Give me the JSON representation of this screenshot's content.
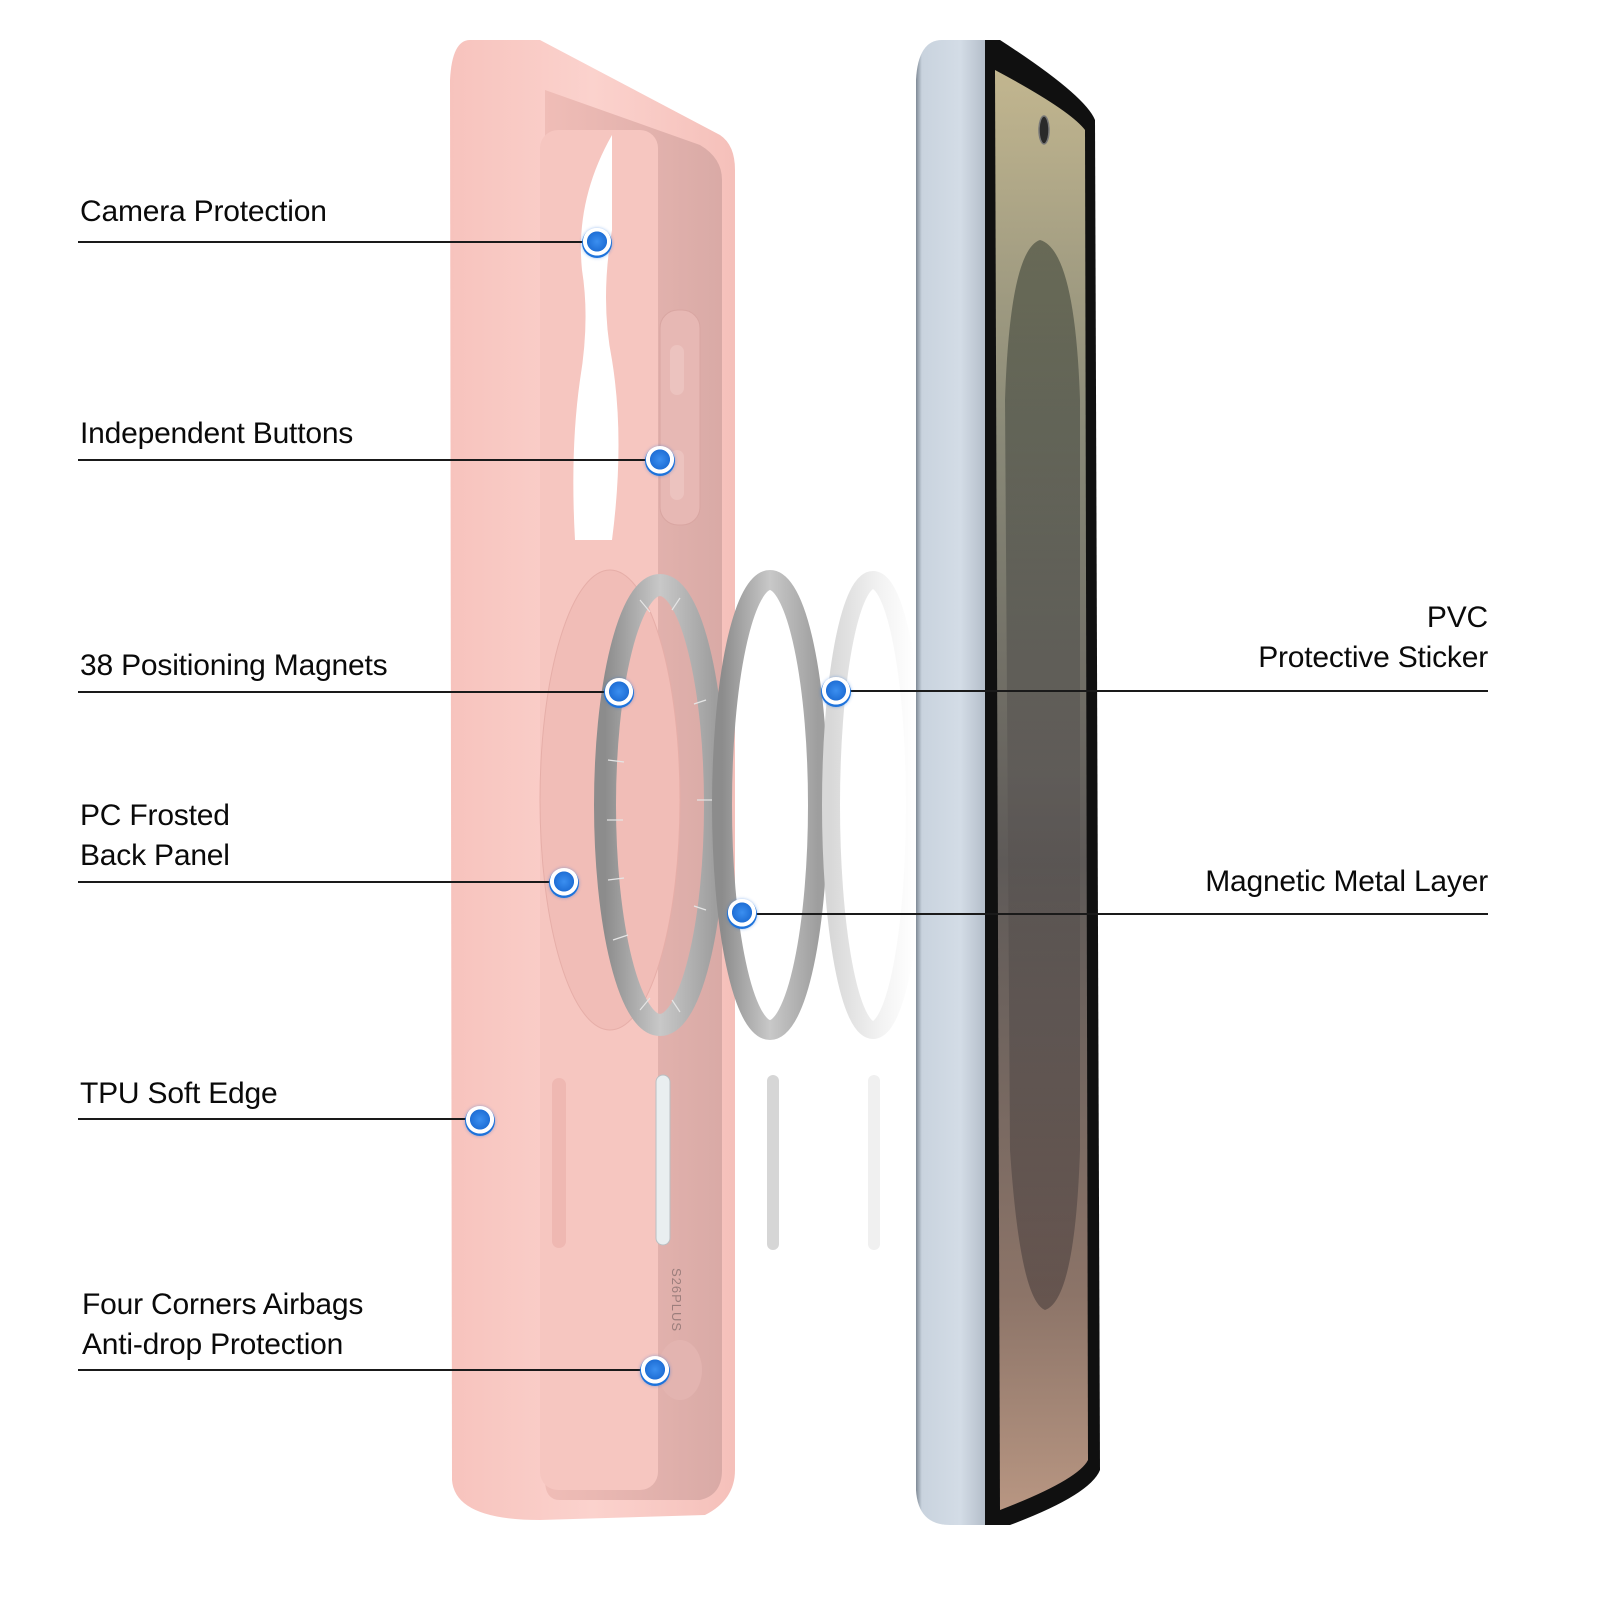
{
  "colors": {
    "case_pink": "#f8c9c4",
    "case_inner": "#e3b3ae",
    "metal_ring": "#9a9a9a",
    "sticker_ring": "#e8e8e8",
    "phone_frame": "#c7d2de",
    "callout_blue": "#1f6fd6",
    "text": "#0a0a0a",
    "line": "#1a1a1a"
  },
  "callouts_left": [
    {
      "lines": [
        "Camera Protection"
      ]
    },
    {
      "lines": [
        "Independent Buttons"
      ]
    },
    {
      "lines": [
        "38 Positioning Magnets"
      ]
    },
    {
      "lines": [
        "PC Frosted",
        "Back Panel"
      ]
    },
    {
      "lines": [
        "TPU Soft Edge"
      ]
    },
    {
      "lines": [
        "Four Corners Airbags",
        "Anti-drop Protection"
      ]
    }
  ],
  "callouts_right": [
    {
      "lines": [
        "PVC",
        "Protective Sticker"
      ]
    },
    {
      "lines": [
        "Magnetic Metal Layer"
      ]
    }
  ],
  "case_model_text": "S26PLUS",
  "icons": {
    "callout_marker": "blue-target-dot"
  }
}
